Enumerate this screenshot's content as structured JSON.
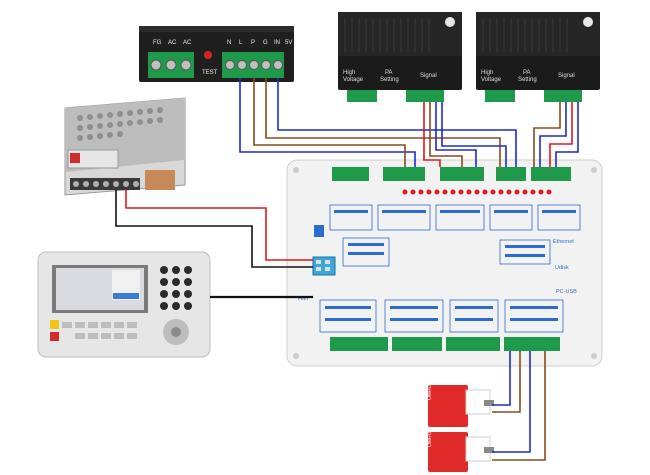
{
  "panels": {
    "psu_labels": [
      "FG",
      "AC",
      "AC",
      "N",
      "L",
      "P",
      "G",
      "IN",
      "5V"
    ],
    "test_label": "TEST",
    "driver_sections": [
      "High Voltage",
      "PA Setting",
      "Signal"
    ],
    "driver_labels": [
      "High",
      "Voltage",
      "PA",
      "Setting",
      "Signal"
    ],
    "controller_port_labels": [
      "Ethernet",
      "Udisk",
      "PC-USB",
      "HMI"
    ],
    "sensor_brand": "OMRON"
  },
  "colors": {
    "wire_red": "#e0191f",
    "wire_blue": "#1a2ccc",
    "wire_brown": "#8a4a1e",
    "wire_black": "#111111",
    "terminal_green": "#1e9a4a",
    "driver_black": "#1b1b1b",
    "sensor_red": "#e02a2a"
  }
}
